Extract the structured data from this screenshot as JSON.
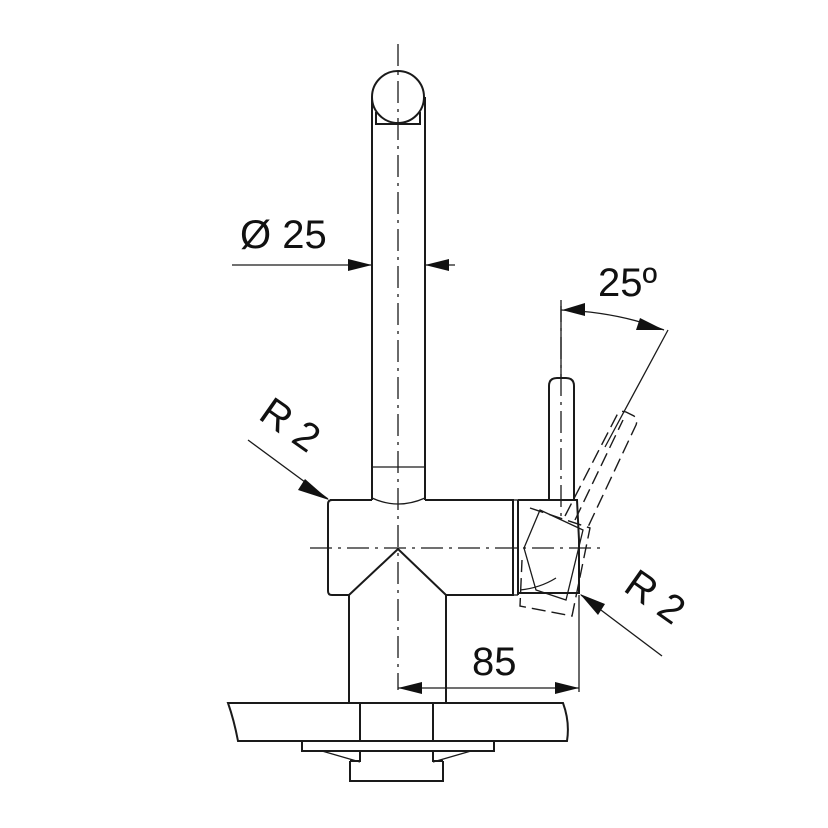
{
  "drawing": {
    "subject": "faucet-side-elevation",
    "line_color": "#1a1a1a",
    "background": "#ffffff",
    "granite_fill": "#f4f4f4"
  },
  "dimensions": {
    "diameter": {
      "symbol": "Ø",
      "value": "25",
      "label": "Ø 25"
    },
    "lever_angle": {
      "value": "25",
      "unit": "º",
      "label": "25º"
    },
    "radius_left": {
      "label": "R 2"
    },
    "radius_right": {
      "label": "R 2"
    },
    "offset": {
      "value": "85",
      "label": "85"
    }
  }
}
